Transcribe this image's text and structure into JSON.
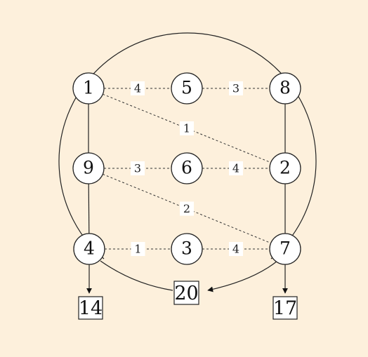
{
  "nodes": [
    {
      "id": "1",
      "label": "1"
    },
    {
      "id": "5",
      "label": "5"
    },
    {
      "id": "8",
      "label": "8"
    },
    {
      "id": "9",
      "label": "9"
    },
    {
      "id": "6",
      "label": "6"
    },
    {
      "id": "2",
      "label": "2"
    },
    {
      "id": "4",
      "label": "4"
    },
    {
      "id": "3",
      "label": "3"
    },
    {
      "id": "7",
      "label": "7"
    }
  ],
  "dashed_edges": [
    {
      "from": "1",
      "to": "5",
      "weight": "4"
    },
    {
      "from": "5",
      "to": "8",
      "weight": "3"
    },
    {
      "from": "1",
      "to": "2",
      "weight": "1"
    },
    {
      "from": "9",
      "to": "6",
      "weight": "3"
    },
    {
      "from": "6",
      "to": "2",
      "weight": "4"
    },
    {
      "from": "9",
      "to": "7",
      "weight": "2"
    },
    {
      "from": "4",
      "to": "3",
      "weight": "1"
    },
    {
      "from": "3",
      "to": "7",
      "weight": "4"
    }
  ],
  "solid_edges": [
    {
      "from": "1",
      "to": "9"
    },
    {
      "from": "9",
      "to": "4"
    },
    {
      "from": "8",
      "to": "2"
    },
    {
      "from": "2",
      "to": "7"
    }
  ],
  "boxes": [
    {
      "id": "box-14",
      "label": "14"
    },
    {
      "id": "box-20",
      "label": "20"
    },
    {
      "id": "box-17",
      "label": "17"
    }
  ]
}
